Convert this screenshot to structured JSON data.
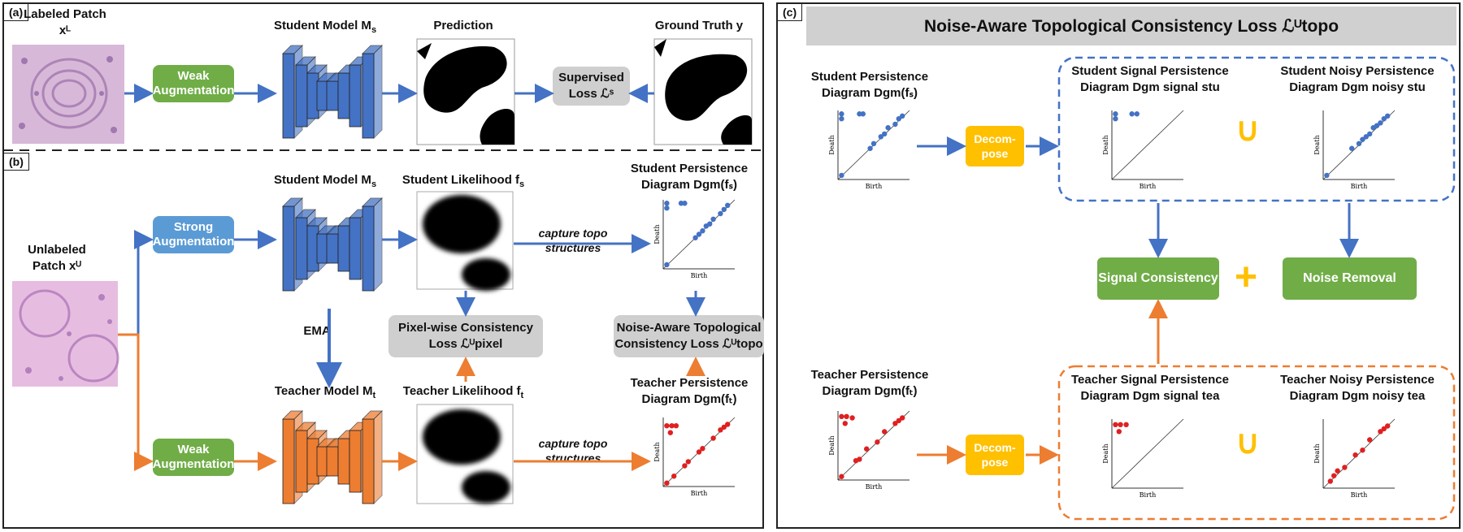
{
  "panel_a": {
    "tag": "(a)",
    "labeled_patch": "Labeled Patch xᴸ",
    "weak_aug": "Weak Augmentation",
    "student_model": "Student Model M",
    "student_model_sub": "s",
    "prediction": "Prediction",
    "supervised_loss": "Supervised Loss ℒˢ",
    "ground_truth": "Ground Truth y"
  },
  "panel_b": {
    "tag": "(b)",
    "unlabeled_patch": "Unlabeled Patch xᵁ",
    "strong_aug": "Strong Augmentation",
    "weak_aug": "Weak Augmentation",
    "student_model": "Student Model M",
    "student_model_sub": "s",
    "teacher_model": "Teacher Model M",
    "teacher_model_sub": "t",
    "ema": "EMA",
    "student_likelihood": "Student Likelihood f",
    "student_likelihood_sub": "s",
    "teacher_likelihood": "Teacher Likelihood f",
    "teacher_likelihood_sub": "t",
    "pixel_loss_l1": "Pixel-wise Consistency",
    "pixel_loss_l2": "Loss ℒᵁpixel",
    "capture_topo_top": "capture topo structures",
    "capture_topo_bottom": "capture topo structures",
    "student_pd_l1": "Student Persistence",
    "student_pd_l2": "Diagram Dgm(fₛ)",
    "teacher_pd_l1": "Teacher Persistence",
    "teacher_pd_l2": "Diagram Dgm(fₜ)",
    "topo_loss_l1": "Noise-Aware Topological",
    "topo_loss_l2": "Consistency Loss ℒᵁtopo"
  },
  "panel_c": {
    "tag": "(c)",
    "title": "Noise-Aware Topological Consistency Loss ℒᵁtopo",
    "student_pd_l1": "Student Persistence",
    "student_pd_l2": "Diagram Dgm(fₛ)",
    "teacher_pd_l1": "Teacher Persistence",
    "teacher_pd_l2": "Diagram Dgm(fₜ)",
    "decompose": "Decom- pose",
    "stu_signal_l1": "Student Signal Persistence",
    "stu_signal_l2": "Diagram Dgm signal stu",
    "stu_noisy_l1": "Student Noisy Persistence",
    "stu_noisy_l2": "Diagram Dgm noisy stu",
    "tea_signal_l1": "Teacher Signal Persistence",
    "tea_signal_l2": "Diagram Dgm signal tea",
    "tea_noisy_l1": "Teacher Noisy Persistence",
    "tea_noisy_l2": "Diagram Dgm noisy tea",
    "union": "∪",
    "signal_consistency": "Signal Consistency",
    "noise_removal": "Noise Removal",
    "plus": "+"
  },
  "axes": {
    "x": "Birth",
    "y": "Death"
  },
  "colors": {
    "blue": "#4472c4",
    "orange": "#ed7d31",
    "green": "#70ad47",
    "lightblue": "#5b9bd5",
    "yellow": "#ffc000",
    "red": "#e02020",
    "gray": "#cfcfcf"
  }
}
